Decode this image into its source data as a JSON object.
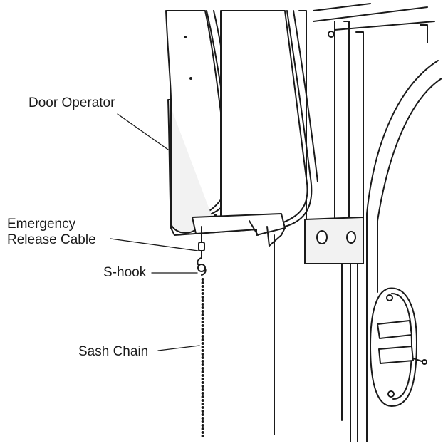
{
  "labels": {
    "door_operator": "Door Operator",
    "emergency_release_line1": "Emergency",
    "emergency_release_line2": "Release Cable",
    "s_hook": "S-hook",
    "sash_chain": "Sash Chain"
  }
}
